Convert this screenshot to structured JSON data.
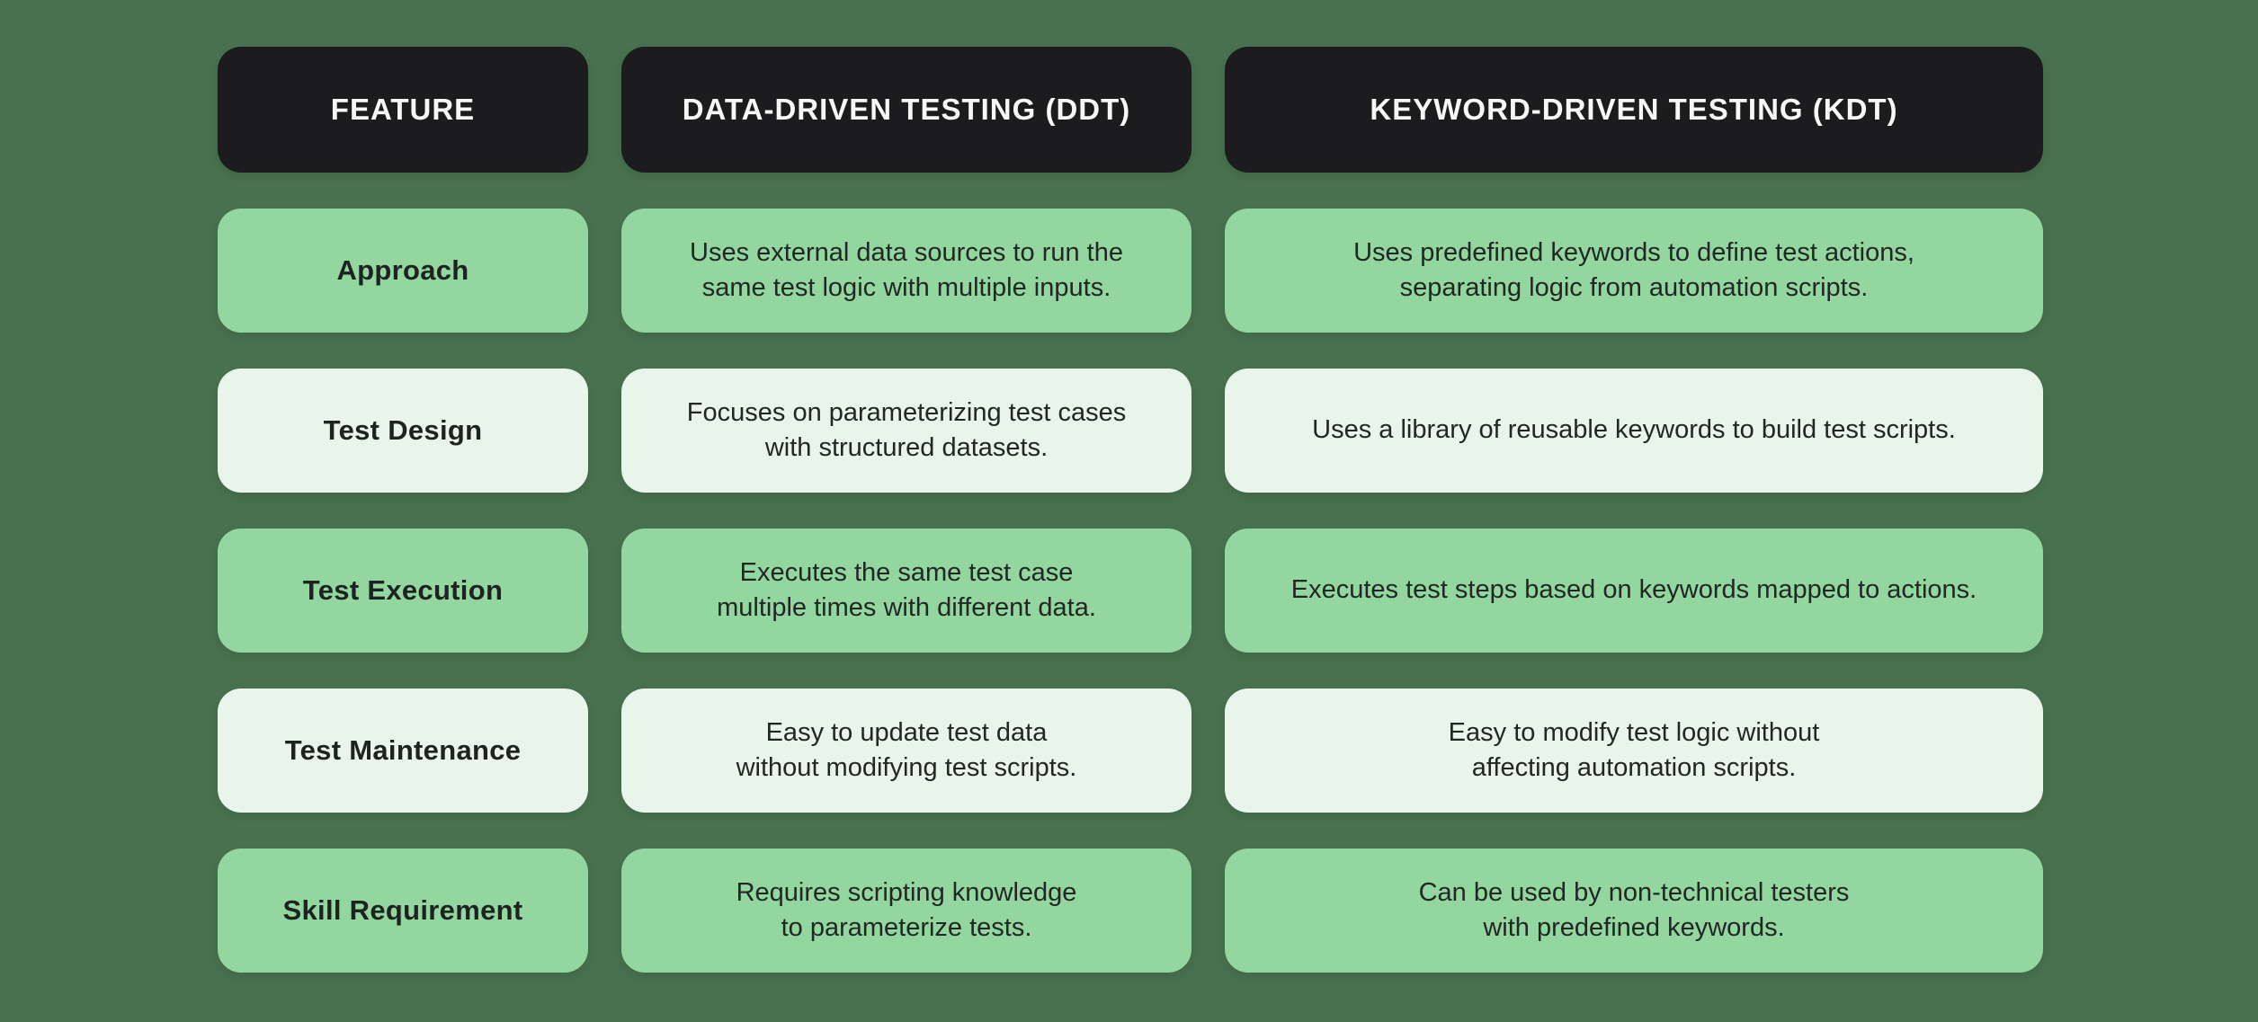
{
  "table": {
    "headers": [
      {
        "label": "FEATURE"
      },
      {
        "label": "DATA-DRIVEN TESTING (DDT)"
      },
      {
        "label": "KEYWORD-DRIVEN TESTING (KDT)"
      }
    ],
    "rows": [
      {
        "feature": "Approach",
        "ddt": "Uses external data sources to run the\nsame test logic with multiple inputs.",
        "kdt": "Uses predefined keywords to define test actions,\nseparating logic from automation scripts."
      },
      {
        "feature": "Test Design",
        "ddt": "Focuses on parameterizing test cases\nwith structured datasets.",
        "kdt": "Uses a library of reusable keywords to build test scripts."
      },
      {
        "feature": "Test Execution",
        "ddt": "Executes the same test case\nmultiple times with different data.",
        "kdt": "Executes test steps based on keywords mapped to actions."
      },
      {
        "feature": "Test Maintenance",
        "ddt": "Easy to update test data\nwithout modifying test scripts.",
        "kdt": "Easy to modify test logic without\naffecting automation scripts."
      },
      {
        "feature": "Skill Requirement",
        "ddt": "Requires scripting knowledge\nto parameterize tests.",
        "kdt": "Can be used by non-technical testers\nwith predefined keywords."
      }
    ],
    "colors": {
      "background": "#48714f",
      "header_bg": "#1c1c1e",
      "header_text": "#f7f8f6",
      "row_green": "#93d6a0",
      "row_mint": "#e9f4ea",
      "cell_text": "#212823"
    }
  }
}
